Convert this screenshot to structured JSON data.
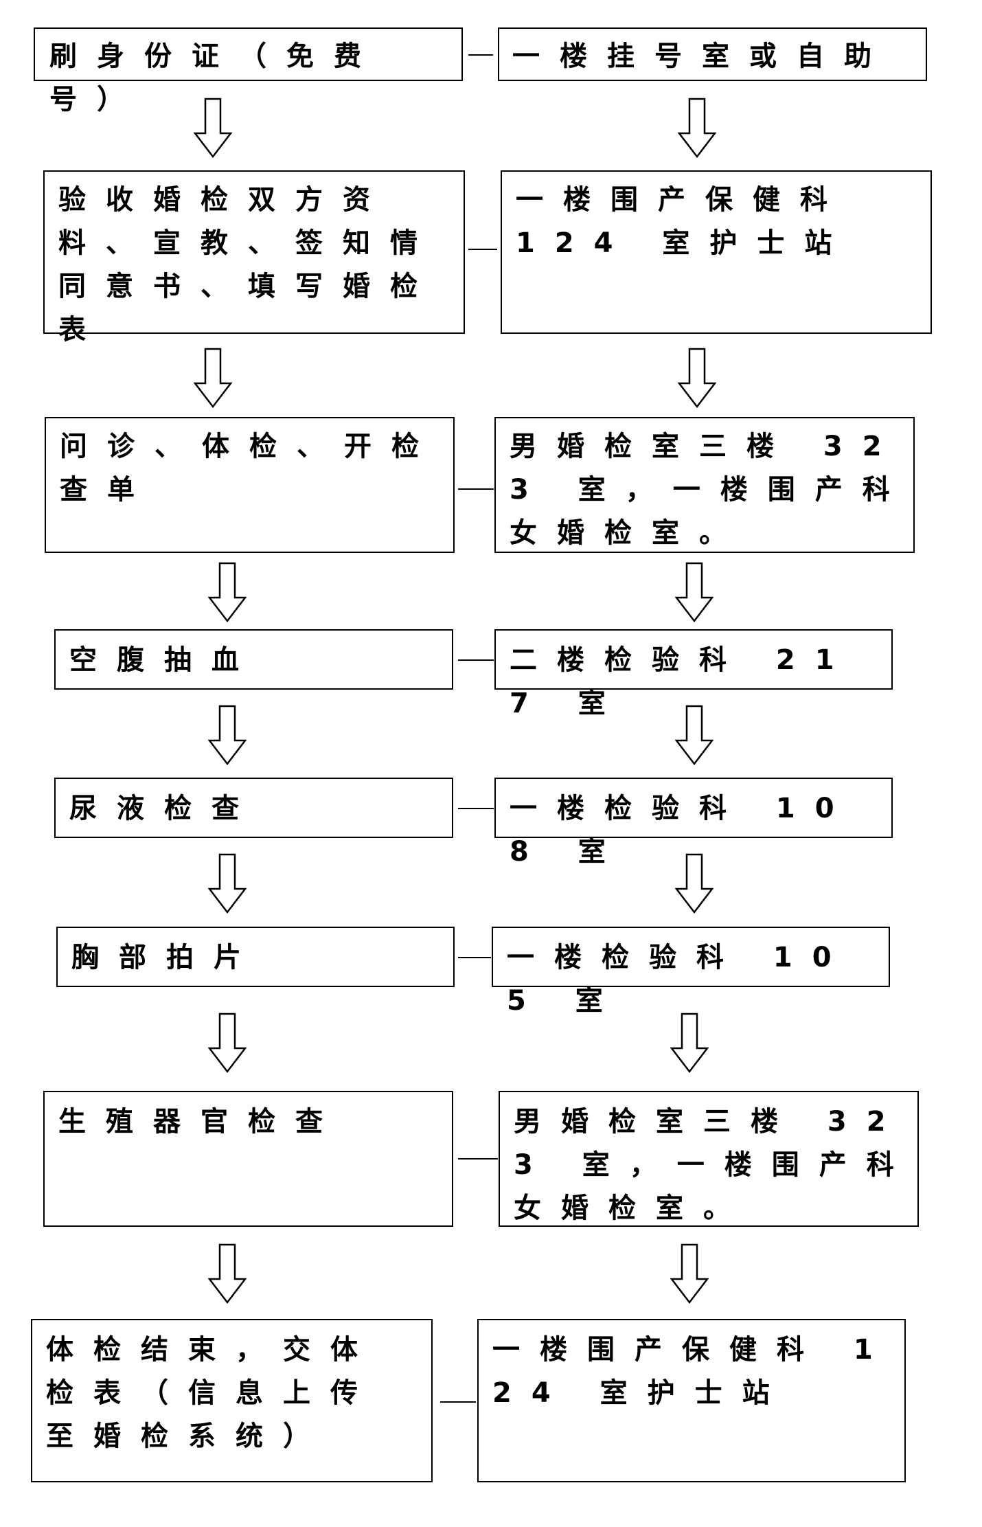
{
  "flow": {
    "steps": [
      "刷身份证（免费号）",
      "验收婚检双方资料、宣教、签知情同意书、填写婚检表",
      "问诊、体检、开检查单",
      "空腹抽血",
      "尿液检查",
      "胸部拍片",
      "生殖器官检查",
      "体检结束，交体检表（信息上传至婚检系统）"
    ],
    "locations": [
      "一楼挂号室或自助",
      "一楼围产保健科 124 室护士站",
      "男婚检室三楼 323 室，一楼围产科女婚检室。",
      "二楼检验科 217 室",
      "一楼检验科 108 室",
      "一楼检验科 105 室",
      "男婚检室三楼 323 室，一楼围产科女婚检室。",
      "一楼围产保健科 124 室护士站"
    ]
  }
}
